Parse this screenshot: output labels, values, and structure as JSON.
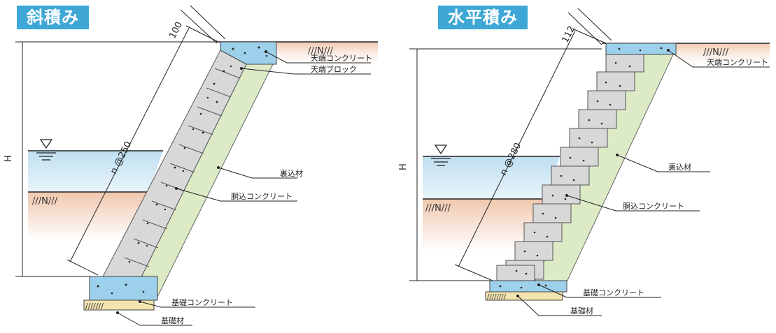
{
  "panels": [
    {
      "title": "斜積み",
      "dims": {
        "height": "H",
        "spacing": "n @250",
        "block_depth": "100"
      },
      "labels": {
        "crown_concrete": "天端コンクリート",
        "crown_block": "天端ブロック",
        "backfill": "裏込材",
        "filling_concrete": "胴込コンクリート",
        "foundation_concrete": "基礎コンクリート",
        "foundation_material": "基礎材"
      }
    },
    {
      "title": "水平積み",
      "dims": {
        "height": "H",
        "spacing": "n @280",
        "block_depth": "112"
      },
      "labels": {
        "crown_concrete": "天端コンクリート",
        "backfill": "裏込材",
        "filling_concrete": "胴込コンクリート",
        "foundation_concrete": "基礎コンクリート",
        "foundation_material": "基礎材"
      }
    }
  ],
  "colors": {
    "title_bg": "#3ea7d6",
    "water": "#cfe6f3",
    "ground": "#f4d9c7",
    "backfill": "#dcebc6",
    "concrete": "#9dd0ea",
    "block": "#d7d7d7",
    "foundation_material": "#f3e4b0"
  }
}
